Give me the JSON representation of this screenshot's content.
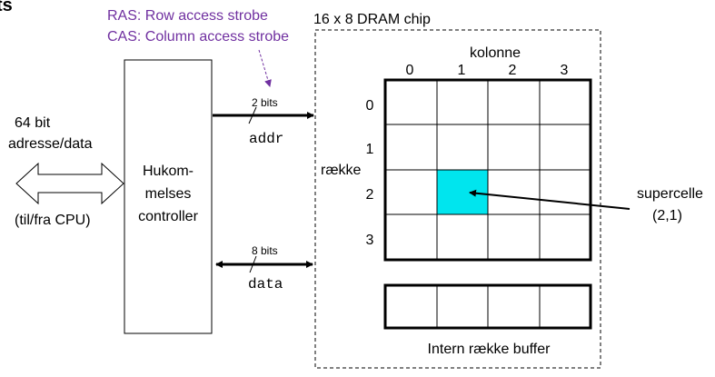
{
  "header_fragment": "ts",
  "ras_note": "RAS: Row access strobe",
  "cas_note": "CAS: Column access strobe",
  "note_color": "#7030a0",
  "chip_title": "16 x 8 DRAM chip",
  "columns_title": "kolonne",
  "column_labels": [
    "0",
    "1",
    "2",
    "3"
  ],
  "rows_title": "række",
  "row_labels": [
    "0",
    "1",
    "2",
    "3"
  ],
  "supercell_color": "#00e5ee",
  "supercell_label": "supercelle",
  "supercell_coords": "(2,1)",
  "address_label_line1": "64 bit",
  "address_label_line2": "adresse/data",
  "cpu_label": "(til/fra CPU)",
  "controller_lines": [
    "Hukom-",
    "melses",
    "controller"
  ],
  "addr_width": "2 bits",
  "addr_signal": "addr",
  "data_width": "8 bits",
  "data_signal": "data",
  "buffer_label": "Intern række buffer"
}
